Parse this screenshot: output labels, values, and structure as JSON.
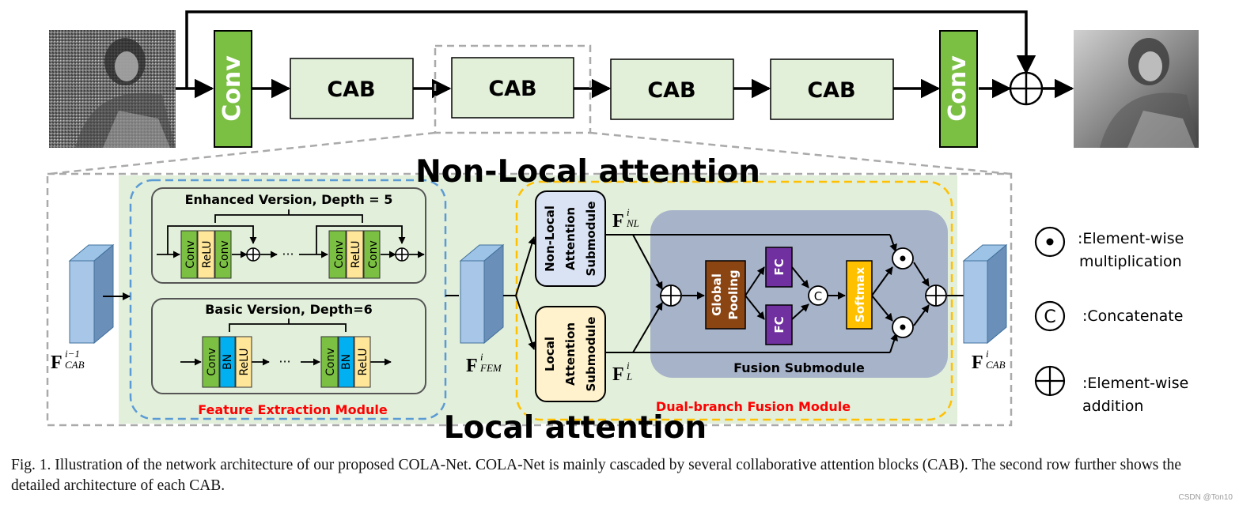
{
  "colors": {
    "conv_green": "#7bc043",
    "cab_fill": "#e2f0d9",
    "module_bg": "#e2efda",
    "fusion_bg": "#a7b3c9",
    "global_pooling": "#8b4513",
    "fc_purple": "#7030a0",
    "softmax_yellow": "#ffc000",
    "bn_blue": "#00b0f0",
    "relu_yellow": "#ffe699",
    "nonlocal_box": "#dae3f3",
    "local_box": "#fff2cc",
    "fem_border": "#5b9bd5",
    "dual_border": "#ffc000",
    "red_label": "#ff0000"
  },
  "top_row": {
    "input_image": "input-noisy-image",
    "output_image": "output-restored-image",
    "conv_in": "Conv",
    "cab_1": "CAB",
    "cab_2": "CAB",
    "cab_3": "CAB",
    "cab_4": "CAB",
    "conv_out": "Conv"
  },
  "overlay_titles": {
    "non_local": "Non-Local attention",
    "local": "Local attention"
  },
  "fem": {
    "label": "Feature Extraction Module",
    "enhanced_title": "Enhanced Version, Depth = 5",
    "basic_title": "Basic Version, Depth=6",
    "ellipsis": "···",
    "conv": "Conv",
    "relu": "ReLU",
    "bn": "BN"
  },
  "dual": {
    "label": "Dual-branch Fusion Module",
    "non_local_submodule": [
      "Non-Local",
      "Attention",
      "Submodule"
    ],
    "local_submodule": [
      "Local",
      "Attention",
      "Submodule"
    ],
    "fusion_label": "Fusion Submodule",
    "global_pooling": [
      "Global",
      "Pooling"
    ],
    "fc": "FC",
    "softmax": "Softmax",
    "concat_symbol": "C"
  },
  "feature_labels": {
    "f_main": "F",
    "f_cab_prev_sup": "i−1",
    "f_cab_prev_sub": "CAB",
    "f_fem_sup": "i",
    "f_fem_sub": "FEM",
    "f_nl_sup": "i",
    "f_nl_sub": "NL",
    "f_l_sup": "i",
    "f_l_sub": "L",
    "f_cab_sup": "i",
    "f_cab_sub": "CAB"
  },
  "legend": {
    "mult_line1": ":Element-wise",
    "mult_line2": "multiplication",
    "concat": ":Concatenate",
    "add_line1": ":Element-wise",
    "add_line2": "addition",
    "concat_symbol": "C"
  },
  "caption": "Fig. 1.  Illustration of the network architecture of our proposed COLA-Net. COLA-Net is mainly cascaded by several collaborative attention blocks (CAB). The second row further shows the detailed architecture of each CAB.",
  "watermark": "CSDN @Ton10"
}
